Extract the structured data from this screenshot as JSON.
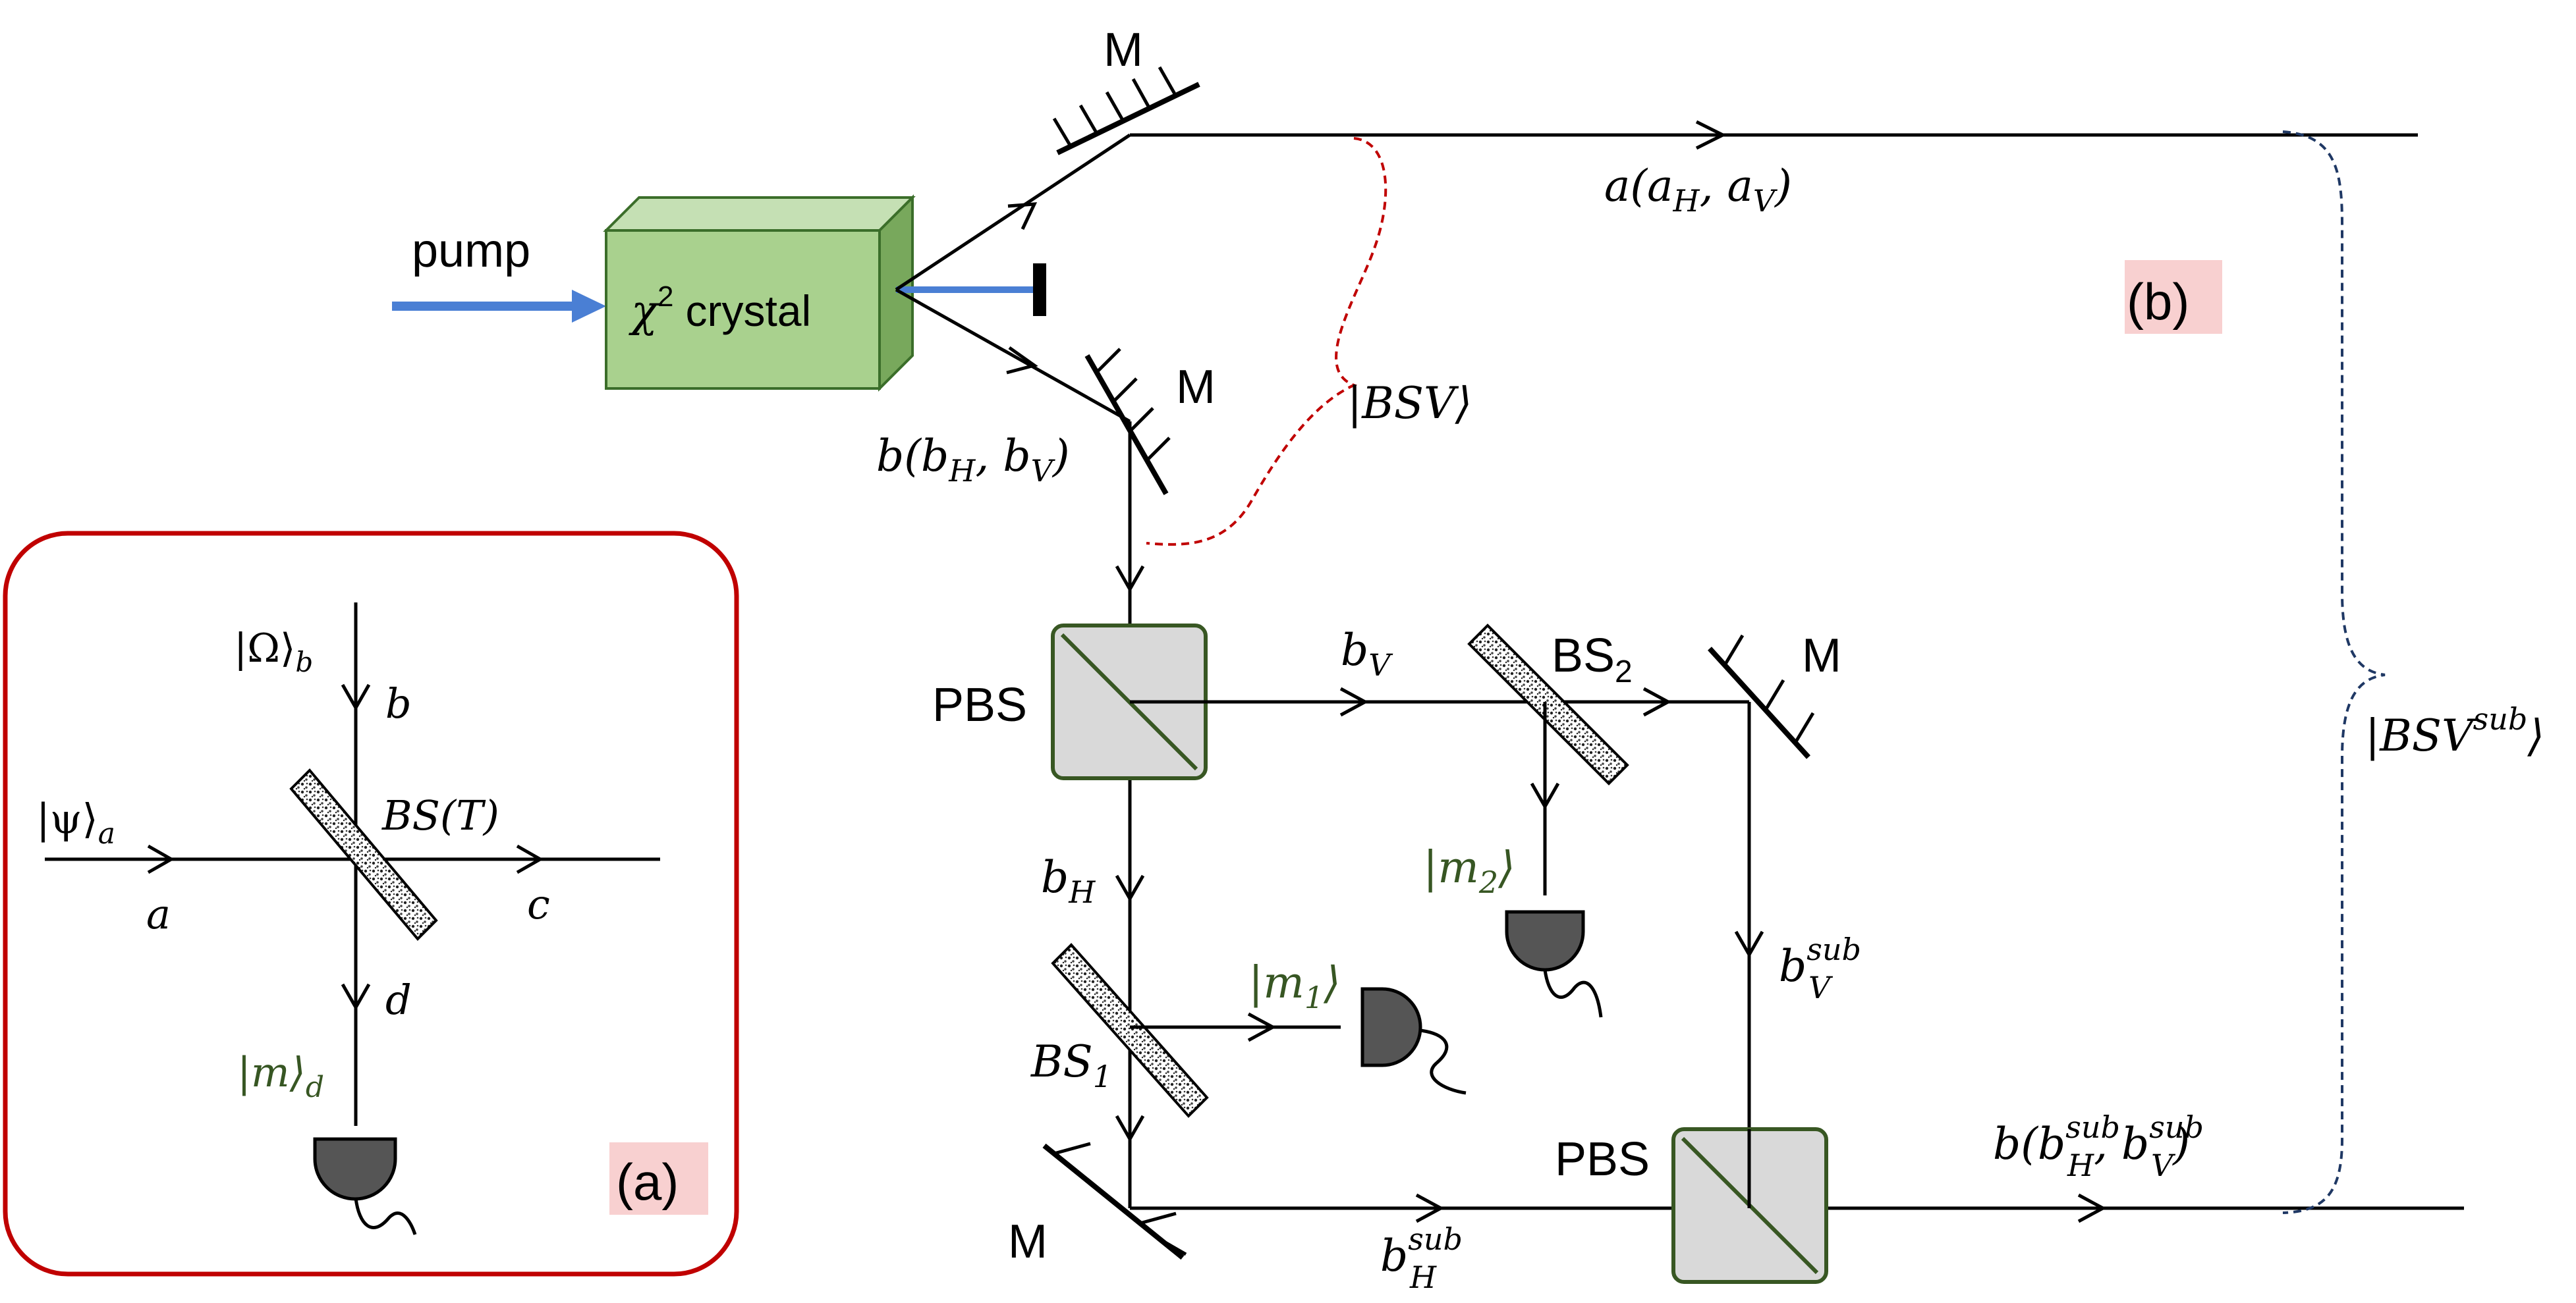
{
  "colors": {
    "line": "#000000",
    "pump": "#4a7fd4",
    "pump_glow": "#a8c8f4",
    "crystal_front": "#a9d18e",
    "crystal_top": "#c5e0b4",
    "crystal_side": "#78a85c",
    "crystal_edge": "#3b6e2a",
    "pbs_fill": "#d9d9d9",
    "pbs_edge": "#385723",
    "detector": "#555555",
    "inset_border": "#c00000",
    "label_bg": "#f8d0d0",
    "green_text": "#375623",
    "bsv_brace": "#c00000",
    "sub_brace": "#1f3864"
  },
  "inset": {
    "panel_label": "(a)",
    "omega_ket": "|Ω⟩",
    "omega_sub": "b",
    "mode_b": "b",
    "bs_label": "BS(T)",
    "psi_ket": "|ψ⟩",
    "psi_sub": "a",
    "mode_a": "a",
    "mode_c": "c",
    "mode_d": "d",
    "m_ket": "|m⟩",
    "m_sub": "d"
  },
  "main": {
    "panel_label": "(b)",
    "pump": "pump",
    "crystal_chi": "χ",
    "crystal_sup": "2",
    "crystal_word": "crystal",
    "mirror_top": "M",
    "mirror_b": "M",
    "mirror_bs2": "M",
    "mirror_bottom": "M",
    "mode_a_out": "a(a",
    "mode_a_h": "H",
    "mode_a_mid": ", a",
    "mode_a_v": "V",
    "mode_a_end": ")",
    "mode_b_out": "b(b",
    "mode_b_h": "H",
    "mode_b_mid": ", b",
    "mode_b_v": "V",
    "mode_b_end": ")",
    "bsv": "|BSV⟩",
    "bsv_sub": "|BSV",
    "bsv_sub_sup": "sub",
    "bsv_sub_end": "⟩",
    "pbs_top": "PBS",
    "pbs_bottom": "PBS",
    "bv": "b",
    "bv_sub": "V",
    "bs2": "BS",
    "bs2_sub": "2",
    "m2": "|m",
    "m2_sub": "2",
    "m2_end": "⟩",
    "bh": "b",
    "bh_sub": "H",
    "bs1": "BS",
    "bs1_sub": "1",
    "m1": "|m",
    "m1_sub": "1",
    "m1_end": "⟩",
    "bv_sub_label": "b",
    "bv_sub_sup": "sub",
    "bv_sub_sub": "V",
    "bh_sub_label": "b",
    "bh_sub_sup": "sub",
    "bh_sub_sub": "H",
    "out_b": "b(b",
    "out_b_h_sup": "sub",
    "out_b_h_sub": "H",
    "out_b_mid": ", b",
    "out_b_v_sup": "sub",
    "out_b_v_sub": "V",
    "out_b_end": ")"
  }
}
